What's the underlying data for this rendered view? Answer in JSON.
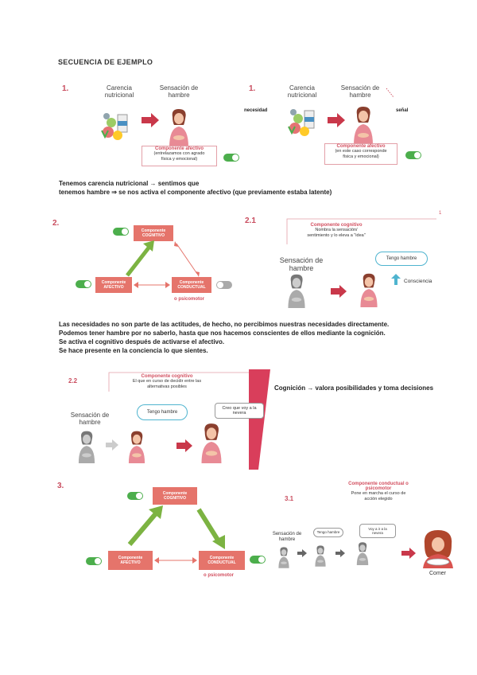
{
  "title": "SECUENCIA DE EJEMPLO",
  "s1": {
    "num": "1.",
    "carencia": "Carencia\nnutricional",
    "sensacion": "Sensación de\nhambre",
    "comp_head": "Componente afectivo",
    "comp_body": "(entrelazamos con agrado\nfísica y emocional)"
  },
  "s1b": {
    "num": "1.",
    "necesidad": "necesidad",
    "carencia": "Carencia\nnutricional",
    "sensacion": "Sensación de\nhambre",
    "senal": "señal",
    "comp_head": "Componente afectivo",
    "comp_body": "(en este caso corresponde\nfísica y emocional)"
  },
  "para1": {
    "l1": "Tenemos carencia nutricional → sentimos que",
    "l2": "tenemos hambre ⇒ se nos activa el componente afectivo (que previamente estaba latente)"
  },
  "s2": {
    "num": "2.",
    "cog": "Componente\nCOGNITIVO",
    "afe": "Componente\nAFECTIVO",
    "con": "Componente\nCONDUCTUAL",
    "psico": "o psicomotor"
  },
  "s21": {
    "num": "2.1",
    "mark": "1",
    "comp_head": "Componente cognitivo",
    "comp_body": "Nombra la sensación/\nsentimiento y lo eleva a \"idea\"",
    "sensacion": "Sensación de\nhambre",
    "cloud": "Tengo hambre",
    "consciencia": "Consciencia"
  },
  "para2": {
    "l1": "Las necesidades no son parte de las actitudes, de hecho, no percibimos nuestras necesidades directamente.",
    "l2": "Podemos tener hambre por no saberlo, hasta que nos hacemos conscientes de ellos mediante la cognición.",
    "l3": "Se activa el cognitivo después de activarse el afectivo.",
    "l4": "Se hace presente en la conciencia lo que sientes."
  },
  "s22": {
    "num": "2.2",
    "comp_head": "Componente cognitivo",
    "comp_body": "El que en curso de decidir entre las\nalternativas posibles",
    "sensacion": "Sensación de\nhambre",
    "cloud": "Tengo hambre",
    "bubble": "Creo que voy a la\nnevera",
    "side": "Cognición → valora posibilidades y toma decisiones"
  },
  "s3": {
    "num": "3.",
    "cog": "Componente\nCOGNITIVO",
    "afe": "Componente\nAFECTIVO",
    "con": "Componente\nCONDUCTUAL",
    "psico": "o psicomotor"
  },
  "s31": {
    "num": "3.1",
    "comp_head": "Componente conductual o\npsicomotor",
    "comp_body": "Pone en marcha el curso de\nacción elegido",
    "sens": "Sensación de\nhambre",
    "b1": "Tengo hambre",
    "b2": "Voy a ir a la\nnevera",
    "comer": "Comer"
  },
  "colors": {
    "accent": "#d24f5f",
    "box": "#e5746b",
    "green": "#4cae4c",
    "arrow": "#c9384a",
    "leaf": "#7cb342"
  }
}
